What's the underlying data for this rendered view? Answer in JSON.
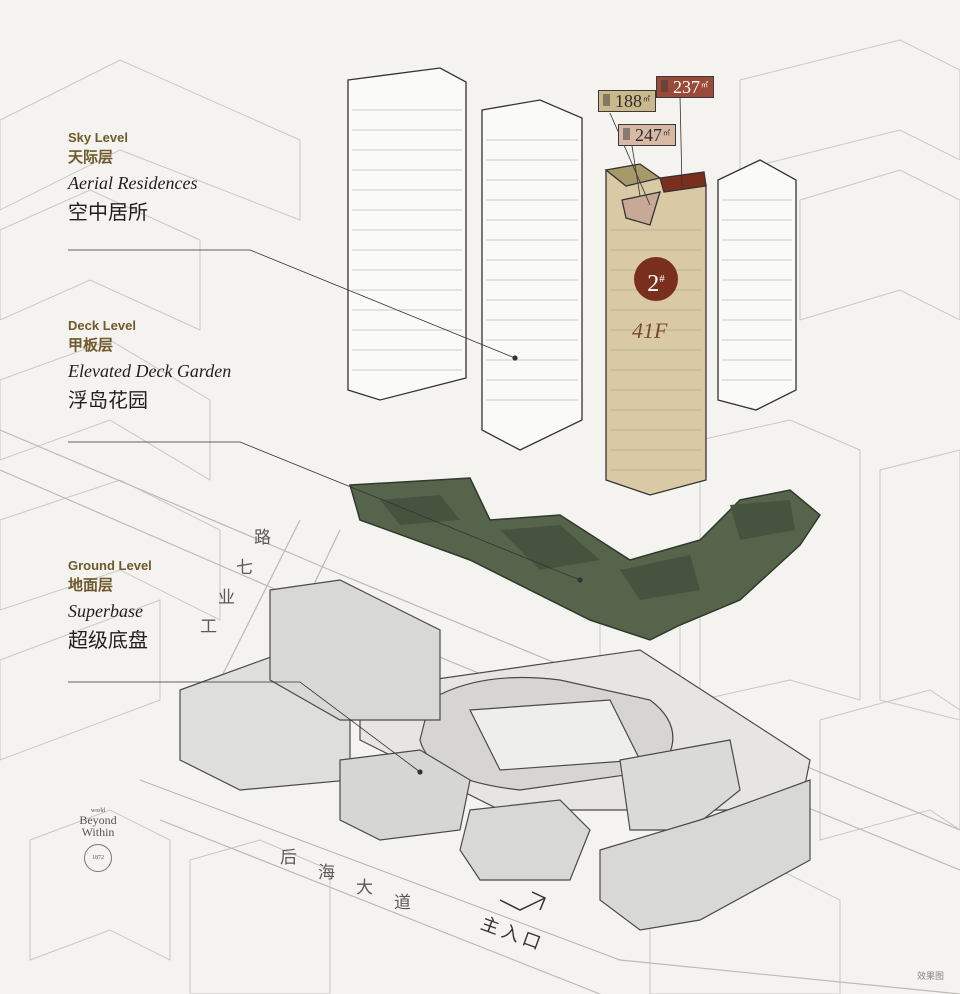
{
  "levels": [
    {
      "en_label": "Sky Level",
      "cn_label": "天际层",
      "en_title": "Aerial Residences",
      "cn_title": "空中居所"
    },
    {
      "en_label": "Deck Level",
      "cn_label": "甲板层",
      "en_title": "Elevated Deck Garden",
      "cn_title": "浮岛花园"
    },
    {
      "en_label": "Ground Level",
      "cn_label": "地面层",
      "en_title": "Superbase",
      "cn_title": "超级底盘"
    }
  ],
  "tags": [
    {
      "value": "188",
      "unit": "㎡",
      "color": "#c9b98d"
    },
    {
      "value": "237",
      "unit": "㎡",
      "color": "#9a4a3a"
    },
    {
      "value": "247",
      "unit": "㎡",
      "color": "#d8b8a6"
    }
  ],
  "building": {
    "number": "2",
    "mark": "#",
    "floors": "41F",
    "color": "#d9c9a5"
  },
  "roads": {
    "road1": [
      "工",
      "业",
      "七",
      "路"
    ],
    "road2": [
      "后",
      "海",
      "大",
      "道"
    ]
  },
  "entrance": "主入口",
  "logo": {
    "top": "world",
    "line1": "Beyond",
    "line2": "Within",
    "year": "1872"
  },
  "note": "效果图",
  "colors": {
    "deck": "#56644c",
    "tower": "#d9c9a5",
    "line": "#444444",
    "bg": "#f4f3f0"
  }
}
